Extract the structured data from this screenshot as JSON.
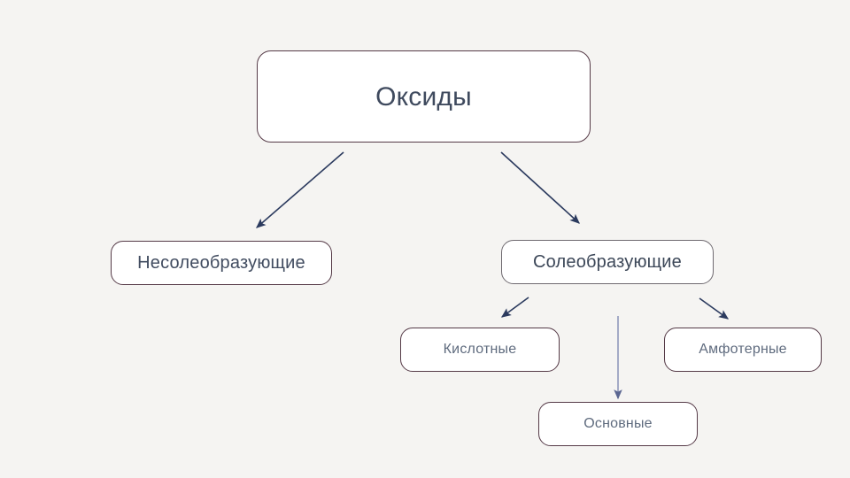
{
  "slide": {
    "background_color": "#f5f4f2",
    "title_text": "Оксиды"
  },
  "colors": {
    "box_border": "#553a47",
    "box_border_gray": "#6f6a70",
    "box_fill": "#ffffff",
    "text_primary": "#3f4a5e",
    "text_secondary": "#5f6b7e",
    "arrow_dark": "#2b3a5e",
    "arrow_light": "#8f98bb"
  },
  "diagram": {
    "type": "hierarchy-tree",
    "nodes": [
      {
        "id": "oxides",
        "label": "Оксиды",
        "level": 0
      },
      {
        "id": "non_salt_forming",
        "label": "Несолеобразующие",
        "level": 1
      },
      {
        "id": "salt_forming",
        "label": "Солеобразующие",
        "level": 1
      },
      {
        "id": "acidic",
        "label": "Кислотные",
        "level": 2
      },
      {
        "id": "basic",
        "label": "Основные",
        "level": 2
      },
      {
        "id": "amphoteric",
        "label": "Амфотерные",
        "level": 2
      }
    ],
    "edges": [
      {
        "from": "oxides",
        "to": "non_salt_forming"
      },
      {
        "from": "oxides",
        "to": "salt_forming"
      },
      {
        "from": "salt_forming",
        "to": "acidic"
      },
      {
        "from": "salt_forming",
        "to": "basic"
      },
      {
        "from": "salt_forming",
        "to": "amphoteric"
      }
    ]
  }
}
